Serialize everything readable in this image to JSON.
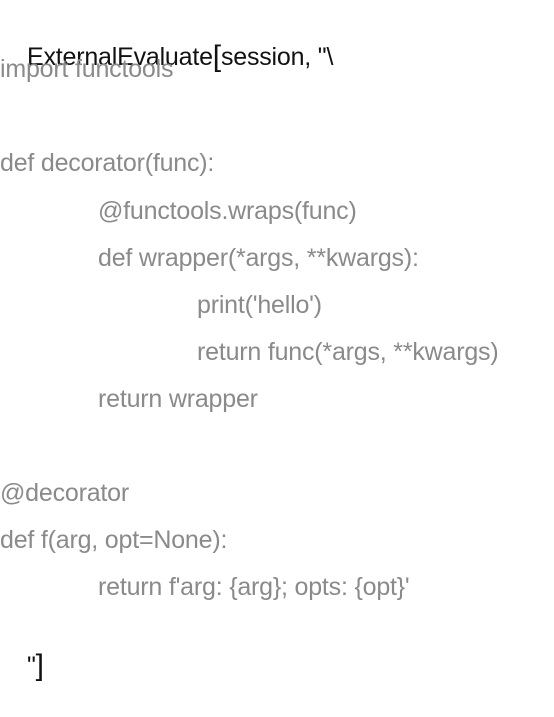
{
  "cell": {
    "open": {
      "function": "ExternalEvaluate",
      "bracket_open": "[",
      "args": "session, \"\\"
    },
    "code_lines": [
      "import functools",
      "",
      "def decorator(func):",
      "@functools.wraps(func)",
      "def wrapper(*args, **kwargs):",
      "print('hello')",
      "return func(*args, **kwargs)",
      "return wrapper",
      "",
      "@decorator",
      "def f(arg, opt=None):",
      "return f'arg: {arg}; opts: {opt}'"
    ],
    "close": {
      "quote": "\"",
      "bracket_close": "]"
    }
  }
}
